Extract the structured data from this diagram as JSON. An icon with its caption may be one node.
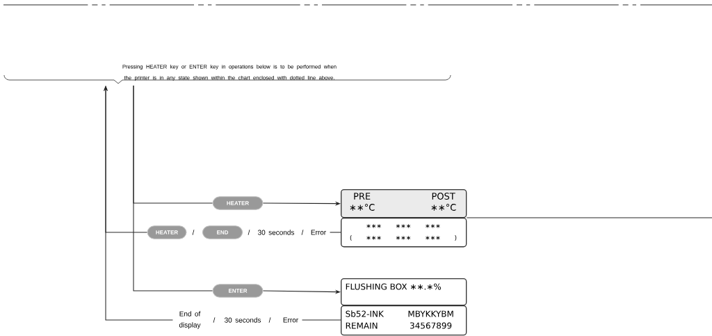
{
  "diagram": {
    "nodes": [
      {
        "text": [
          "Pressing HEATER key or ENTER key in operations below is to be performed when the printer is in any state shown within the chart enclosed with dotted line above."
        ]
      },
      {
        "text": [
          "HEATER"
        ]
      },
      {
        "text": [
          "PRE",
          "∗∗°C",
          "POST",
          "∗∗°C"
        ]
      },
      {
        "text": [
          "HEATER"
        ]
      },
      {
        "text": [
          "END"
        ]
      },
      {
        "text": [
          "Error"
        ]
      },
      {
        "text": [
          "∗∗∗ ∗∗∗ ∗∗∗",
          "( ∗∗∗ ∗∗∗ ∗∗∗ )"
        ]
      },
      {
        "text": [
          "ENTER"
        ]
      },
      {
        "text": [
          "FLUSHING BOX ∗∗.∗%"
        ]
      },
      {
        "text": [
          "End of display"
        ]
      },
      {
        "text": [
          "Error"
        ]
      },
      {
        "text": [
          "Sb52-INK",
          "MBYKKYBM",
          "REMAIN",
          "34567899"
        ]
      }
    ],
    "edges": [
      {
        "from": 0,
        "to": 1,
        "arrow": "none"
      },
      {
        "from": 1,
        "to": 2,
        "arrow": "to"
      },
      {
        "from": 0,
        "to": 7,
        "arrow": "none"
      },
      {
        "from": 7,
        "to": 8,
        "arrow": "to"
      },
      {
        "from": 6,
        "to": 5,
        "arrow": "none"
      },
      {
        "from": 3,
        "to": 0,
        "arrow": "to"
      },
      {
        "from": 11,
        "to": 10,
        "arrow": "none"
      },
      {
        "from": 9,
        "to": 0,
        "arrow": "to"
      },
      {
        "from": 6,
        "to": null,
        "arrow": "none"
      }
    ],
    "labels": [
      "/",
      "/",
      "30 seconds",
      "/",
      "/",
      "30 seconds",
      "/"
    ]
  }
}
